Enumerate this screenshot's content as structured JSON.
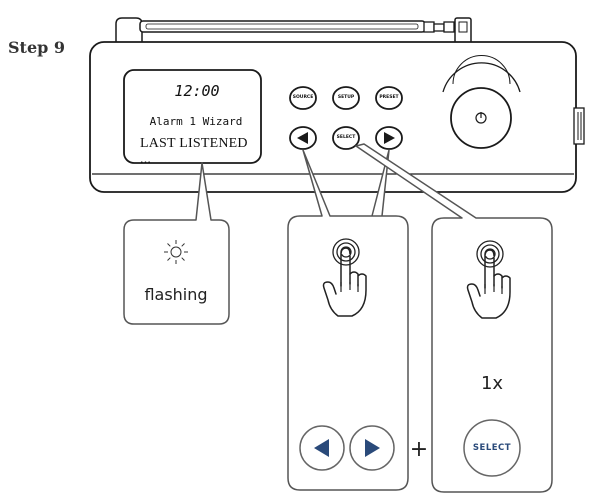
{
  "step": {
    "title": "Step 9"
  },
  "display": {
    "time": "12:00",
    "line1": "Alarm 1 Wizard",
    "line2": "LAST LISTENED ..."
  },
  "buttons": {
    "source": "SOURCE",
    "setup": "SETUP",
    "preset": "PRESET",
    "select": "SELECT"
  },
  "indicators": {
    "flashing": "flashing",
    "press_count": "1x",
    "plus": "+",
    "select_button": "SELECT"
  },
  "colors": {
    "outline": "#1a1a1a",
    "arrow_button_fill": "#2a4a7a",
    "panel_border": "#555555"
  },
  "icons": [
    "sun-flash-icon",
    "pointing-hand-icon",
    "left-arrow-icon",
    "right-arrow-icon",
    "power-icon"
  ]
}
